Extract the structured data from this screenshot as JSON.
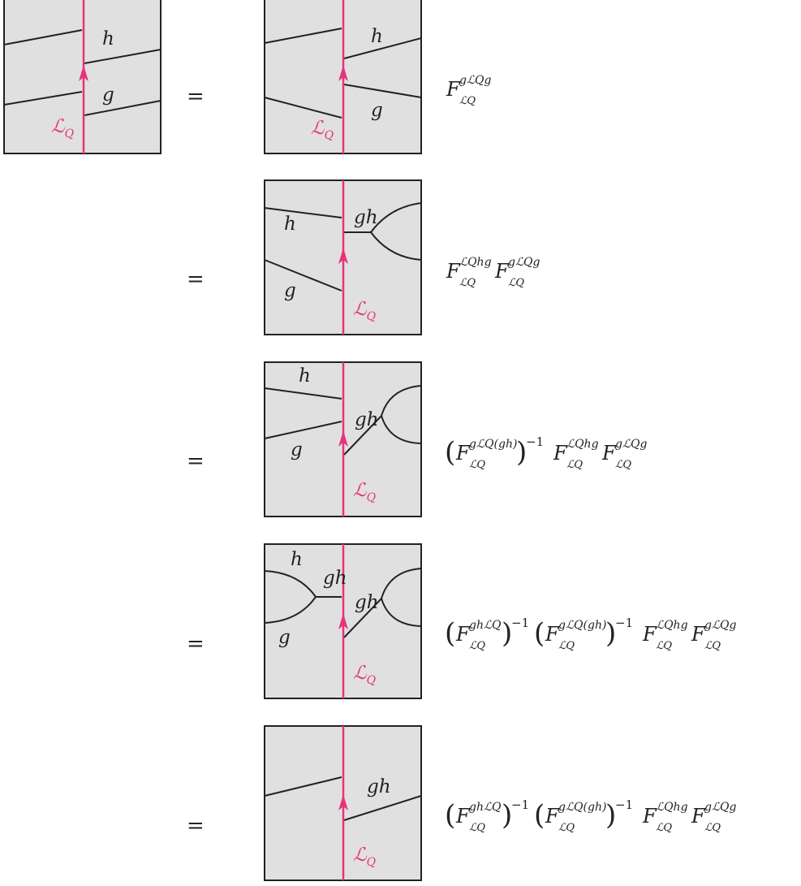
{
  "equals": "=",
  "labels": {
    "h": "h",
    "g": "g",
    "gh": "gh",
    "L": "ℒ",
    "Q": "Q"
  },
  "coefficients": {
    "F": "F",
    "sub": "ℒQ",
    "sup_gLg": "gℒQg",
    "sup_Lhg": "ℒQhg",
    "sup_gLgh": "gℒQ(gh)",
    "sup_ghL": "ghℒQ",
    "lparen": "(",
    "rparen": ")",
    "inverse": "−1"
  },
  "colors": {
    "box_fill": "#e0e0e0",
    "line": "#222222",
    "defect": "#e8337a"
  }
}
